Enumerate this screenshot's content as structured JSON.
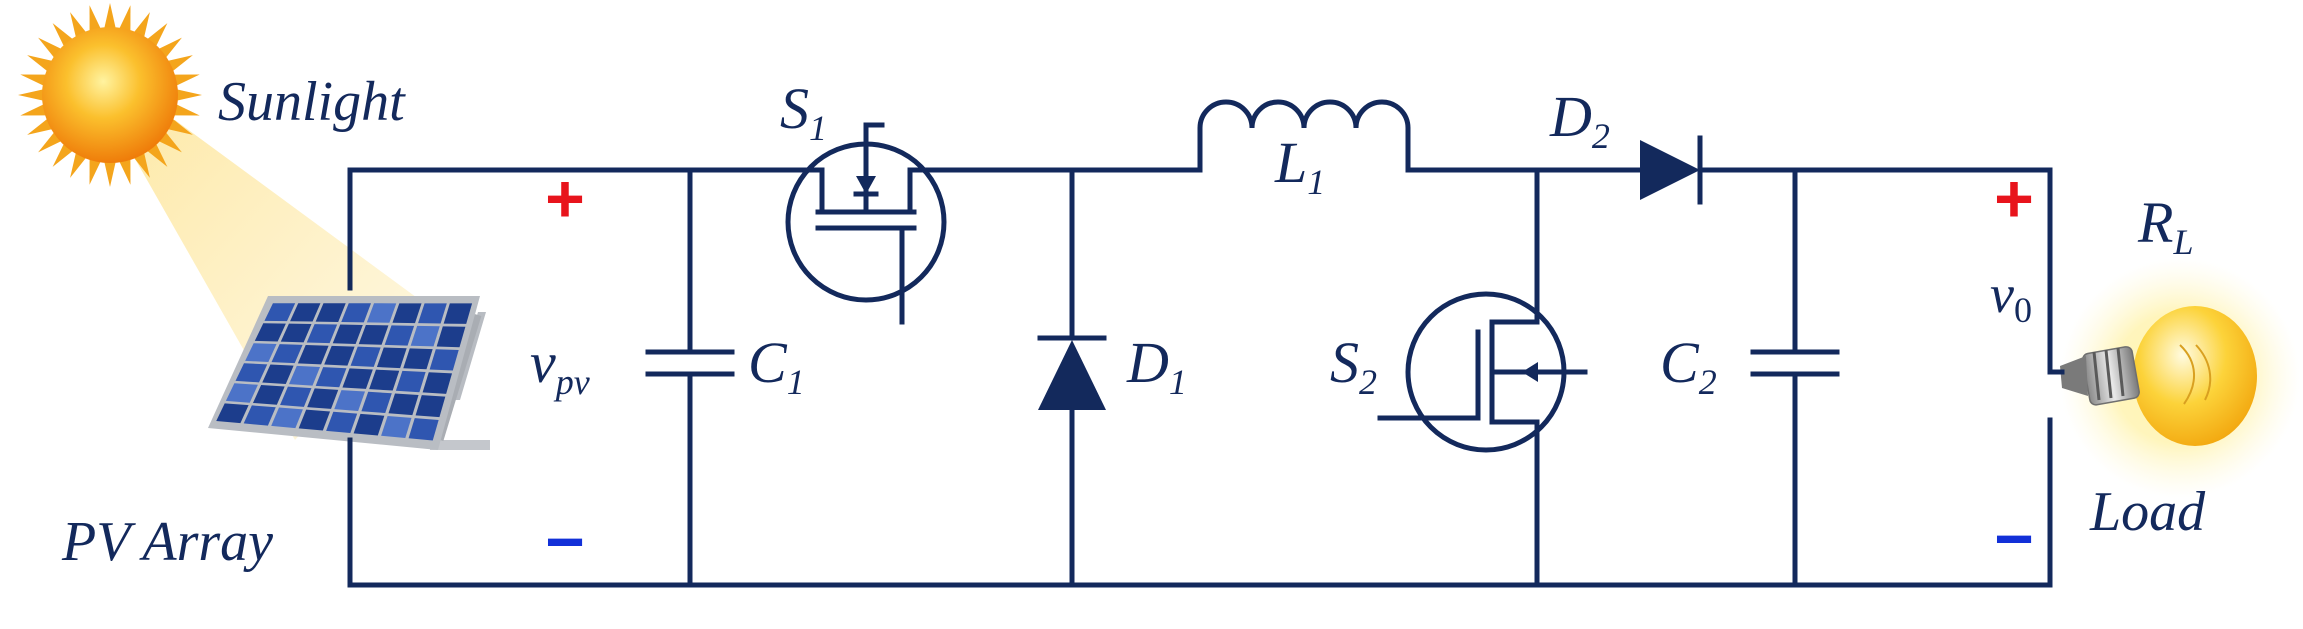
{
  "labels": {
    "sunlight": "Sunlight",
    "pv_array": "PV Array",
    "load": "Load",
    "v_pv": {
      "main": "v",
      "sub": "pv"
    },
    "v_0": {
      "main": "v",
      "sub": "0"
    },
    "R_L": {
      "main": "R",
      "sub": "L"
    },
    "S_1": {
      "main": "S",
      "sub": "1"
    },
    "S_2": {
      "main": "S",
      "sub": "2"
    },
    "L_1": {
      "main": "L",
      "sub": "1"
    },
    "D_1": {
      "main": "D",
      "sub": "1"
    },
    "D_2": {
      "main": "D",
      "sub": "2"
    },
    "C_1": {
      "main": "C",
      "sub": "1"
    },
    "C_2": {
      "main": "C",
      "sub": "2"
    }
  },
  "polarity": {
    "plus": "+",
    "minus": "−"
  },
  "colors": {
    "wire": "#13295c",
    "plus": "#e8141c",
    "minus": "#1230d8",
    "sun": "#f7a21b",
    "bulb": "#f9c21a",
    "panel": "#1c3d8c"
  }
}
